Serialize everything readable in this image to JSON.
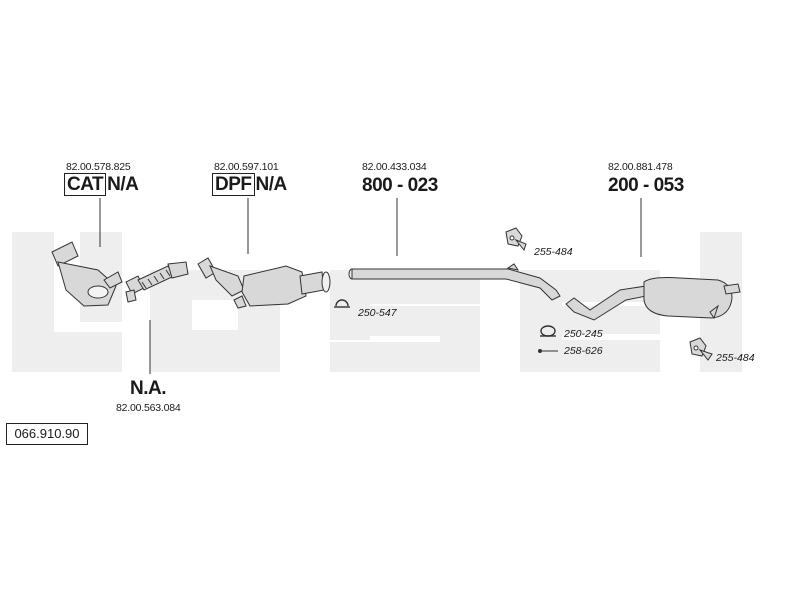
{
  "diagram_id": "066.910.90",
  "parts": [
    {
      "oem": "82.00.578.825",
      "tag": "CAT",
      "code": "N/A"
    },
    {
      "oem": "82.00.597.101",
      "tag": "DPF",
      "code": "N/A"
    },
    {
      "oem": "82.00.433.034",
      "tag": "",
      "code": "800 - 023"
    },
    {
      "oem": "82.00.881.478",
      "tag": "",
      "code": "200 - 053"
    },
    {
      "oem": "82.00.563.084",
      "tag": "",
      "code": "N.A."
    }
  ],
  "fittings": [
    {
      "ref": "255-484",
      "icon": "rubber-hanger-icon"
    },
    {
      "ref": "250-547",
      "icon": "clamp-icon"
    },
    {
      "ref": "250-245",
      "icon": "clamp-icon"
    },
    {
      "ref": "258-626",
      "icon": "bolt-icon"
    },
    {
      "ref": "255-484",
      "icon": "rubber-hanger-icon"
    }
  ],
  "colors": {
    "watermark": "#eeeeee",
    "line": "#333333",
    "part_fill": "#d8d8d8"
  }
}
